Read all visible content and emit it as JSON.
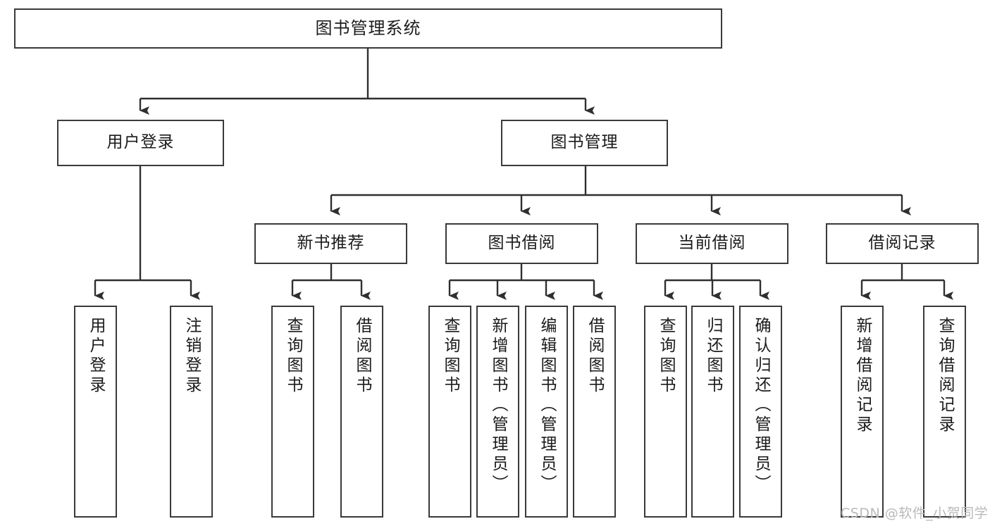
{
  "diagram": {
    "title": "图书管理系统",
    "type": "tree-hierarchy-chart",
    "orientation": "top-down",
    "colors": {
      "box_border": "#3a3a3a",
      "box_fill": "#ffffff",
      "connector": "#2f2f2f",
      "text": "#1b1b1b",
      "watermark": "#b9b9b9",
      "background": "#ffffff"
    }
  },
  "nodes": {
    "root": {
      "label": "图书管理系统"
    },
    "level1": [
      {
        "id": "user-login",
        "label": "用户登录"
      },
      {
        "id": "book-management",
        "label": "图书管理"
      }
    ],
    "level2": [
      {
        "id": "new-book-recommend",
        "label": "新书推荐"
      },
      {
        "id": "book-borrow",
        "label": "图书借阅"
      },
      {
        "id": "current-borrow",
        "label": "当前借阅"
      },
      {
        "id": "borrow-record",
        "label": "借阅记录"
      }
    ],
    "leaves": {
      "user-login": [
        {
          "id": "leaf-user-login",
          "label": "用户登录"
        },
        {
          "id": "leaf-logout-login",
          "label": "注销登录"
        }
      ],
      "new-book-recommend": [
        {
          "id": "leaf-query-book-1",
          "label": "查询图书"
        },
        {
          "id": "leaf-borrow-book-1",
          "label": "借阅图书"
        }
      ],
      "book-borrow": [
        {
          "id": "leaf-query-book-2",
          "label": "查询图书"
        },
        {
          "id": "leaf-add-book-admin",
          "label": "新增图书（管理员）"
        },
        {
          "id": "leaf-edit-book-admin",
          "label": "编辑图书（管理员）"
        },
        {
          "id": "leaf-borrow-book-2",
          "label": "借阅图书"
        }
      ],
      "current-borrow": [
        {
          "id": "leaf-query-book-3",
          "label": "查询图书"
        },
        {
          "id": "leaf-return-book",
          "label": "归还图书"
        },
        {
          "id": "leaf-confirm-return-admin",
          "label": "确认归还（管理员）"
        }
      ],
      "borrow-record": [
        {
          "id": "leaf-add-borrow-record",
          "label": "新增借阅记录"
        },
        {
          "id": "leaf-query-borrow-record",
          "label": "查询借阅记录"
        }
      ]
    }
  },
  "watermark": {
    "text": "CSDN @软件_小贺同学"
  }
}
